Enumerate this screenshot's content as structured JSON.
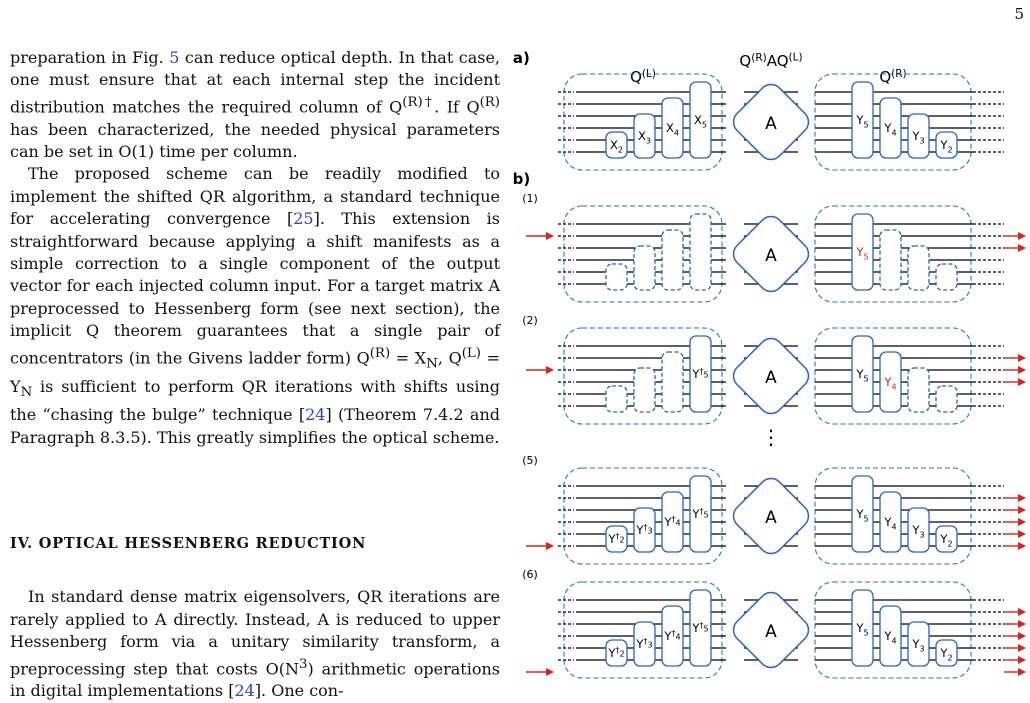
{
  "page_number": "5",
  "paragraphs": [
    [
      "preparation in Fig. ",
      "5",
      " can reduce optical depth. In that case, one must ensure that at each internal step the incident distribution matches the required column of Q",
      "(R)†",
      ". If Q",
      "(R)",
      " has been characterized, the needed physical parameters can be set in O(1) time per column."
    ],
    [
      "The proposed scheme can be readily modified to implement the shifted QR algorithm, a standard technique for accelerating convergence [",
      "25",
      "]. This extension is straightforward because applying a shift manifests as a simple correction to a single component of the output vector for each injected column input. For a target matrix A preprocessed to Hessenberg form (see next section), the implicit Q theorem guarantees that a single pair of concentrators (in the Givens ladder form) Q",
      "(R)",
      " = X",
      "N",
      ", Q",
      "(L)",
      " = Y",
      "N",
      " is sufficient to perform QR iterations with shifts using the “chasing the bulge” technique [",
      "24",
      "] (Theorem 7.4.2 and Paragraph 8.3.5). This greatly simplifies the optical scheme."
    ]
  ],
  "section_heading": "IV.   OPTICAL HESSENBERG REDUCTION",
  "paragraph3": [
    "In standard dense matrix eigensolvers, QR iterations are rarely applied to A directly. Instead, A is reduced to upper Hessenberg form via a unitary similarity transform, a preprocessing step that costs O(N",
    "3",
    ") arithmetic operations in digital implementations [",
    "24",
    "]. One con-"
  ],
  "figure": {
    "panel_a_label": "(a)",
    "panel_b_label": "(b)",
    "title_main": "Q",
    "title_sup1": "(R)",
    "title_mid": "AQ",
    "title_sup2": "(L)",
    "left_block_label": "Q",
    "left_block_sup": "(L)",
    "right_block_label": "Q",
    "right_block_sup": "(R)",
    "center_label": "A",
    "step_labels": [
      "(1)",
      "(2)",
      "(5)",
      "(6)"
    ],
    "ellipsis": "⋮",
    "x_gates": [
      [
        "X",
        "2"
      ],
      [
        "X",
        "3"
      ],
      [
        "X",
        "4"
      ],
      [
        "X",
        "5"
      ]
    ],
    "y_gates": [
      [
        "Y",
        "5"
      ],
      [
        "Y",
        "4"
      ],
      [
        "Y",
        "3"
      ],
      [
        "Y",
        "2"
      ]
    ],
    "y_dagger_gates": [
      [
        "Y",
        "2"
      ],
      [
        "Y",
        "3"
      ],
      [
        "Y",
        "4"
      ],
      [
        "Y",
        "5"
      ]
    ],
    "dagger": "†",
    "colors": {
      "guide": "#2f6fd6",
      "gate": "#2463d1",
      "active": "#e0201c",
      "wire": "#000000"
    }
  }
}
